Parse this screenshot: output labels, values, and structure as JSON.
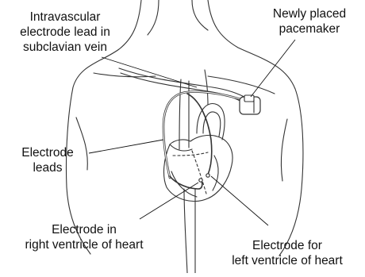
{
  "labels": {
    "intravascular": [
      "Intravascular",
      "electrode lead in",
      "subclavian vein"
    ],
    "pacemaker": [
      "Newly placed",
      "pacemaker"
    ],
    "electrode_leads": [
      "Electrode",
      "leads"
    ],
    "right_ventricle": [
      "Electrode in",
      "right ventricle of heart"
    ],
    "left_ventricle": [
      "Electrode for",
      "left ventricle of heart"
    ]
  },
  "colors": {
    "stroke": "#333333",
    "leader": "#111111",
    "background": "#ffffff"
  }
}
